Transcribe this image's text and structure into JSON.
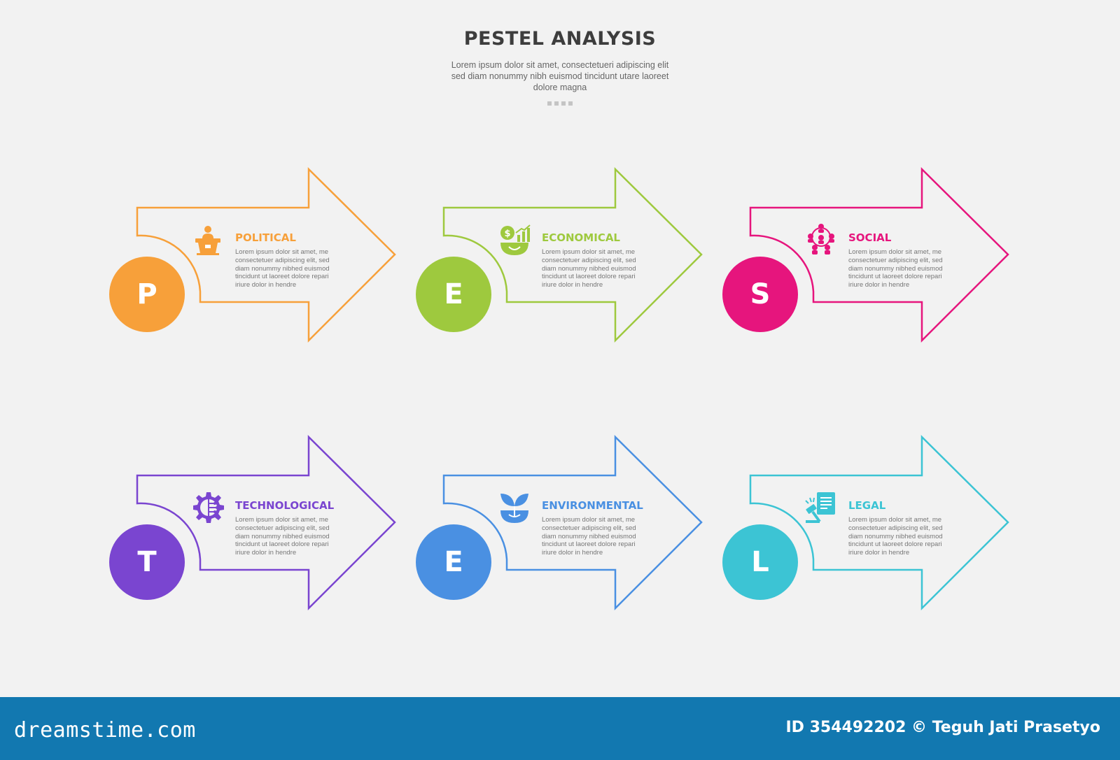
{
  "header": {
    "title": "PESTEL ANALYSIS",
    "subtitle": "Lorem ipsum dolor sit amet, consectetueri adipiscing elit sed diam nonummy nibh euismod tincidunt utare laoreet dolore magna"
  },
  "items": [
    {
      "letter": "P",
      "label": "POLITICAL",
      "color": "#f7a03a",
      "icon": "podium-icon",
      "text": "Lorem ipsum dolor sit amet, me consectetuer adipiscing elit, sed diam nonummy nibhed euismod tincidunt ut laoreet dolore repari iriure dolor in hendre"
    },
    {
      "letter": "E",
      "label": "ECONOMICAL",
      "color": "#9ec93e",
      "icon": "money-growth-icon",
      "text": "Lorem ipsum dolor sit amet, me consectetuer adipiscing elit, sed diam nonummy nibhed euismod tincidunt ut laoreet dolore repari iriure dolor in hendre"
    },
    {
      "letter": "S",
      "label": "SOCIAL",
      "color": "#e6157d",
      "icon": "people-network-icon",
      "text": "Lorem ipsum dolor sit amet, me consectetuer adipiscing elit, sed diam nonummy nibhed euismod tincidunt ut laoreet dolore repari iriure dolor in hendre"
    },
    {
      "letter": "T",
      "label": "TECHNOLOGICAL",
      "color": "#7a45d0",
      "icon": "gear-circuit-icon",
      "text": "Lorem ipsum dolor sit amet, me consectetuer adipiscing elit, sed diam nonummy nibhed euismod tincidunt ut laoreet dolore repari iriure dolor in hendre"
    },
    {
      "letter": "E",
      "label": "ENVIRONMENTAL",
      "color": "#4a90e2",
      "icon": "leaf-hand-icon",
      "text": "Lorem ipsum dolor sit amet, me consectetuer adipiscing elit, sed diam nonummy nibhed euismod tincidunt ut laoreet dolore repari iriure dolor in hendre"
    },
    {
      "letter": "L",
      "label": "LEGAL",
      "color": "#3cc4d4",
      "icon": "gavel-document-icon",
      "text": "Lorem ipsum dolor sit amet, me consectetuer adipiscing elit, sed diam nonummy nibhed euismod tincidunt ut laoreet dolore repari iriure dolor in hendre"
    }
  ],
  "footer": {
    "logo": "dreamstime.com",
    "credit": "ID 354492202 © Teguh Jati Prasetyo"
  }
}
